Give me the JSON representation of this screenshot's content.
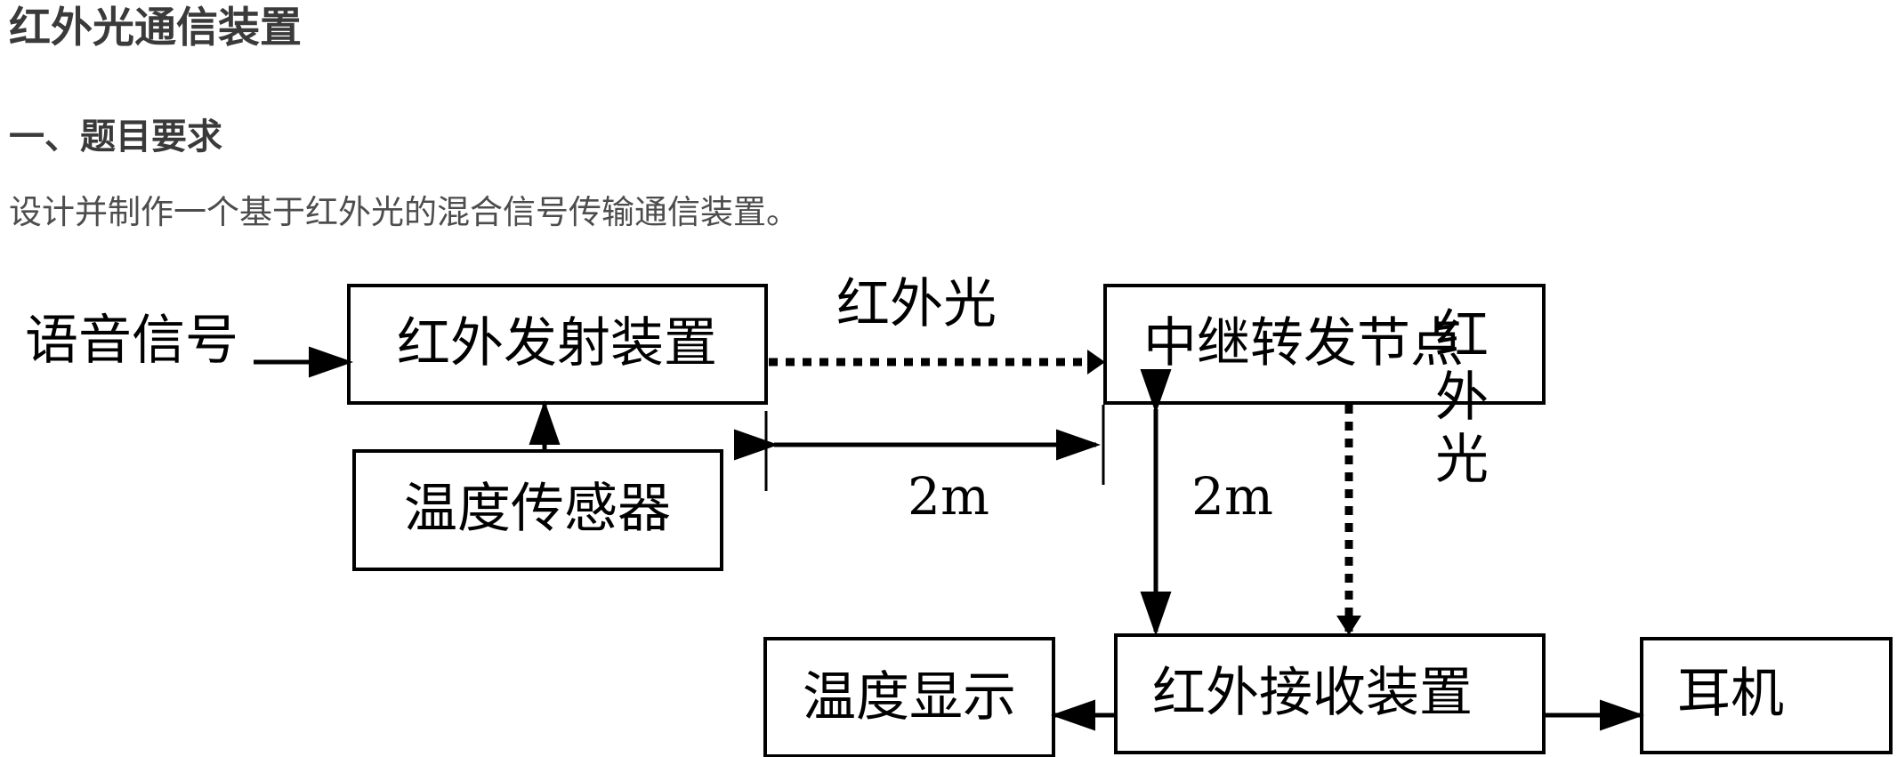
{
  "document": {
    "title": "红外光通信装置",
    "section_heading": "一、题目要求",
    "paragraph": "设计并制作一个基于红外光的混合信号传输通信装置。"
  },
  "diagram": {
    "input_label": "语音信号",
    "nodes": {
      "transmitter": "红外发射装置",
      "temp_sensor": "温度传感器",
      "relay": "中继转发节点",
      "receiver": "红外接收装置",
      "temp_display": "温度显示",
      "earphone": "耳机"
    },
    "link_labels": {
      "ir_horizontal": "红外光",
      "ir_vertical": [
        "红",
        "外",
        "光"
      ]
    },
    "distances": {
      "horizontal": "2m",
      "vertical": "2m"
    }
  }
}
